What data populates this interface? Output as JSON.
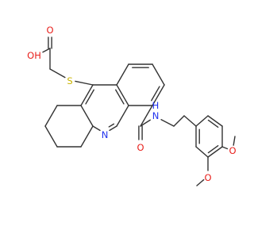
{
  "colors": {
    "carbon_bond": "#333333",
    "oxygen": "#e8201c",
    "nitrogen": "#2233ee",
    "sulfur": "#c9b400",
    "background": "#ffffff"
  },
  "atoms": {
    "oh_o": "OH",
    "acid_o": "O",
    "thioether_s": "S",
    "ring_n": "N",
    "amide_o": "O",
    "amide_n": "N",
    "amide_h": "H",
    "methoxy_o_top": "O",
    "methoxy_o_bottom": "O"
  }
}
